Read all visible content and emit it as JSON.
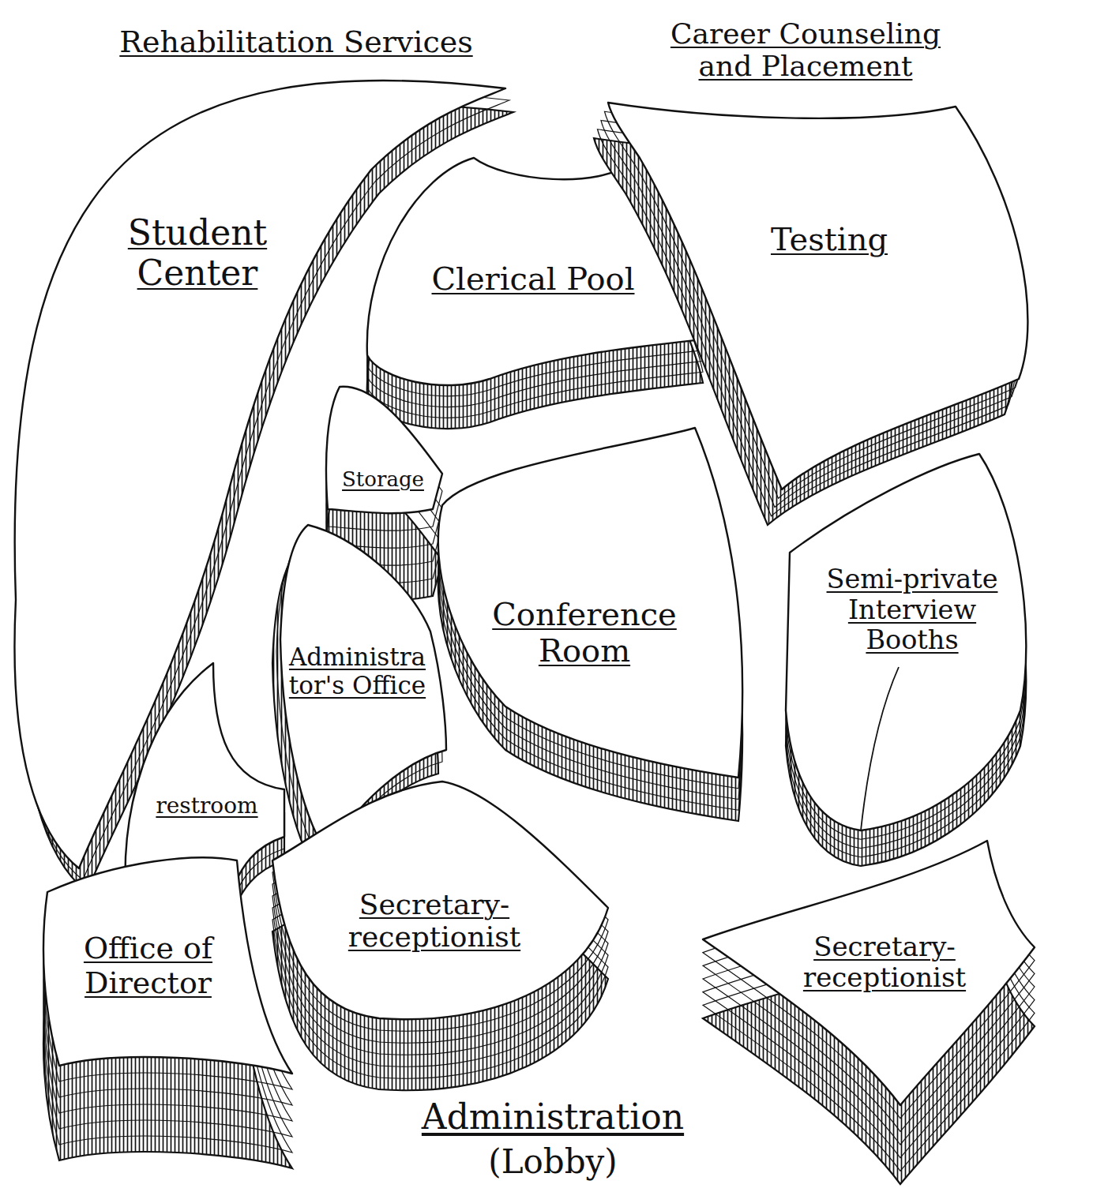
{
  "diagram": {
    "nodes": [
      {
        "text": [
          "Rehabilitation Services",
          "Student Center"
        ]
      },
      {
        "text": [
          "Clerical Pool"
        ]
      },
      {
        "text": [
          "Storage"
        ]
      },
      {
        "text": [
          "Conference Room"
        ]
      },
      {
        "text": [
          "Administrator's Office"
        ]
      },
      {
        "text": [
          "restroom"
        ]
      },
      {
        "text": [
          "Secretary-receptionist"
        ]
      },
      {
        "text": [
          "Office of Director"
        ]
      },
      {
        "text": [
          "Career Counseling and Placement",
          "Testing"
        ]
      },
      {
        "text": [
          "Semi-private Interview Booths"
        ]
      },
      {
        "text": [
          "Secretary-receptionist"
        ]
      }
    ],
    "labels": [
      "Administration",
      "(Lobby)"
    ]
  }
}
